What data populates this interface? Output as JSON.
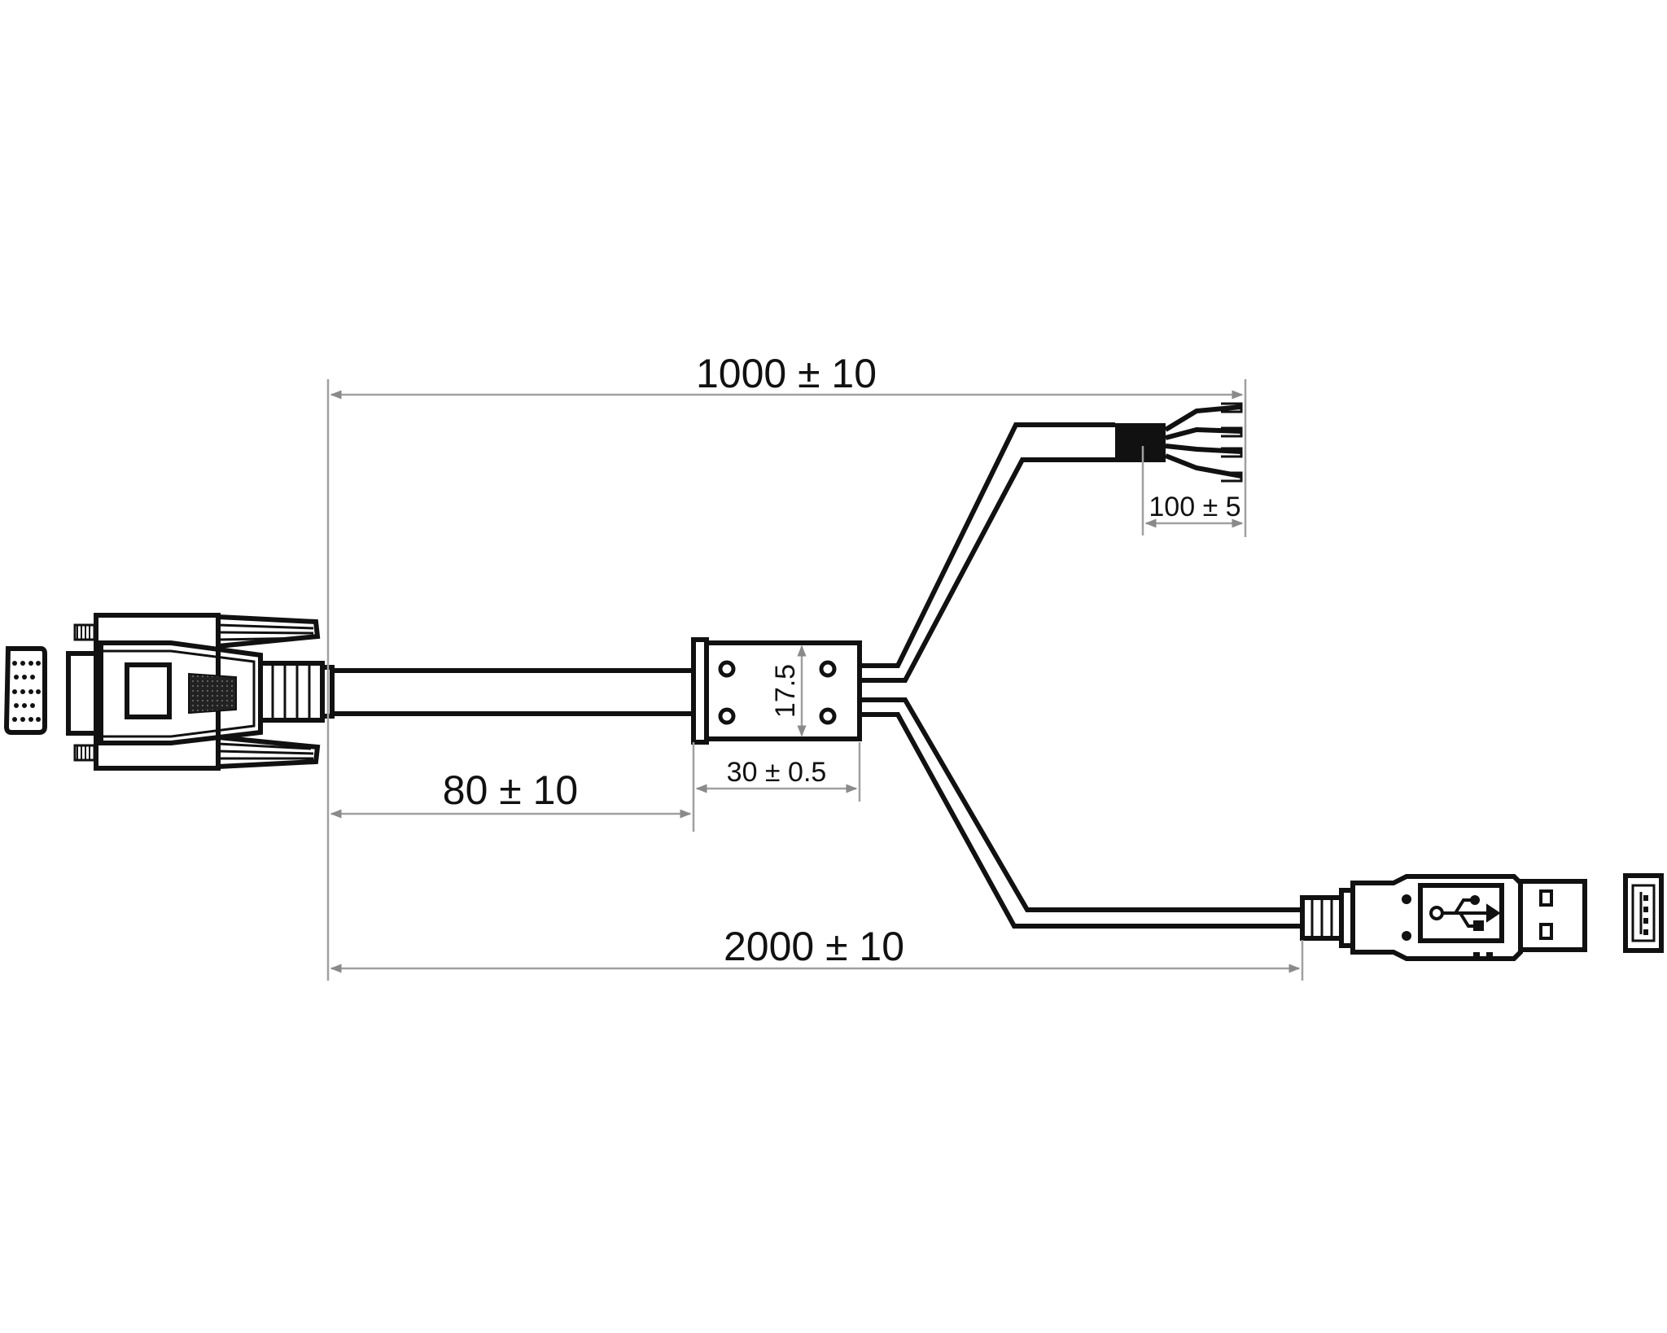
{
  "dimensions": {
    "total_length_top": "1000 ± 10",
    "wire_strip_length": "100 ± 5",
    "ferrite_height": "17.5",
    "ferrite_width": "30 ± 0.5",
    "connector_to_ferrite": "80 ± 10",
    "total_length_bottom": "2000 ± 10"
  },
  "colors": {
    "outline": "#111111",
    "dimension_line": "#a0a0a0"
  }
}
